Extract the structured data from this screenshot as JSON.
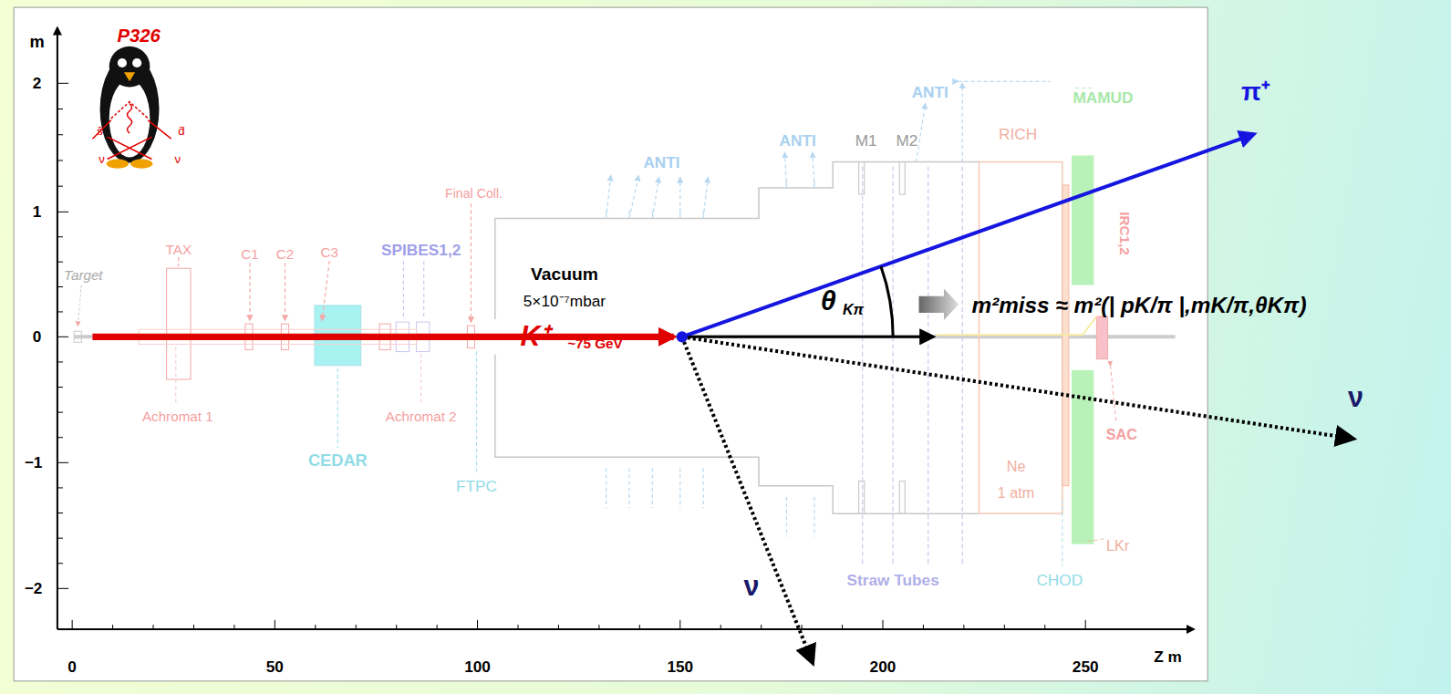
{
  "diagram": {
    "labels": [
      "m",
      "2",
      "1",
      "0",
      "−1",
      "−2",
      "0",
      "50",
      "100",
      "150",
      "200",
      "250",
      "Z m",
      "P326",
      "s̄",
      "d̄",
      "ν",
      "ν",
      "Target",
      "TAX",
      "C1",
      "C2",
      "C3",
      "SPIBES1,2",
      "Final Coll.",
      "Achromat 1",
      "Achromat 2",
      "CEDAR",
      "FTPC",
      "ANTI",
      "ANTI",
      "ANTI",
      "M1",
      "M2",
      "RICH",
      "MAMUD",
      "IRC1,2",
      "SAC",
      "Ne",
      "1 atm",
      "LKr",
      "CHOD",
      "Straw Tubes",
      "Vacuum",
      "5×10⁻⁷mbar",
      "K⁺",
      "~75 GeV",
      "π⁺",
      "θ",
      "Kπ",
      "m²miss ≈ m²(| pK/π |,mK/π,θKπ)",
      "ν",
      "ν"
    ]
  }
}
